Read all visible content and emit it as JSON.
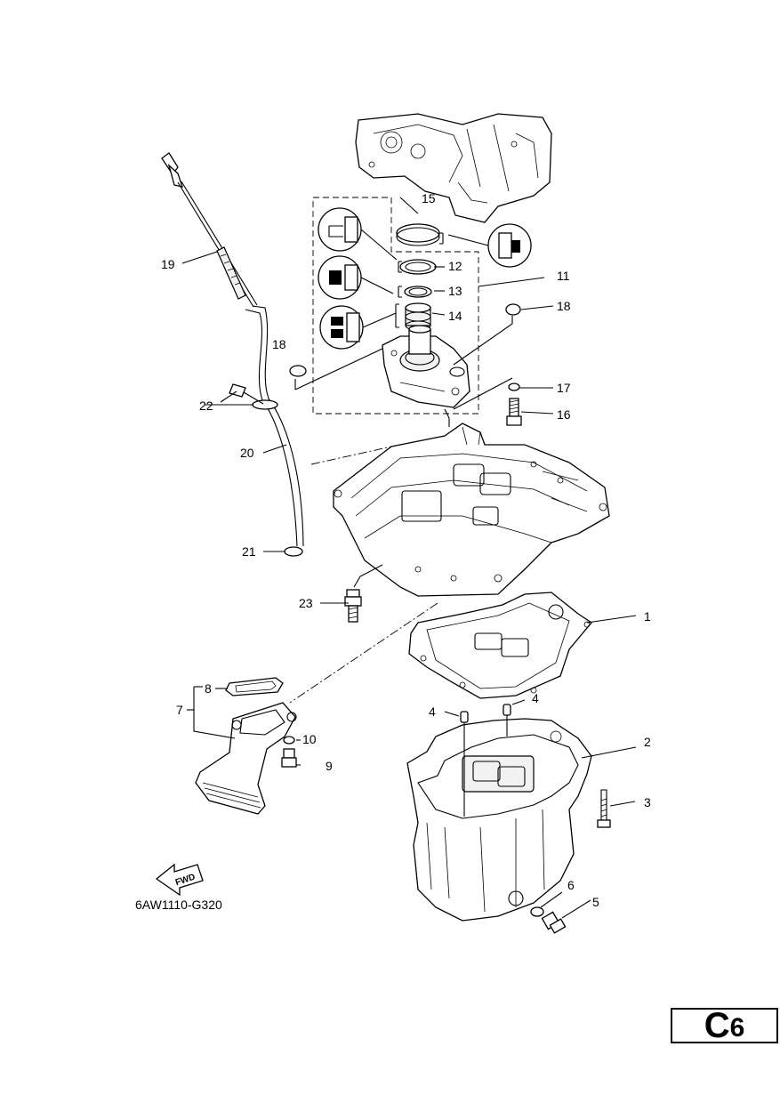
{
  "diagram_code": "6AW1110-G320",
  "page_label": {
    "letter": "C",
    "number": "6"
  },
  "fwd_label": "FWD",
  "callouts": {
    "p1": "1",
    "p2": "2",
    "p3": "3",
    "p4a": "4",
    "p4b": "4",
    "p5": "5",
    "p6": "6",
    "p7": "7",
    "p8": "8",
    "p9": "9",
    "p10": "10",
    "p11": "11",
    "p12": "12",
    "p13": "13",
    "p14": "14",
    "p15": "15",
    "p16": "16",
    "p17": "17",
    "p18a": "18",
    "p18b": "18",
    "p19": "19",
    "p20": "20",
    "p21": "21",
    "p22": "22",
    "p23": "23"
  },
  "icons": [
    "u-shaped-lip-seal-icon",
    "double-lip-seal-icon",
    "double-seal-stack-icon",
    "single-lip-seal-icon",
    "fwd-arrow-icon"
  ]
}
